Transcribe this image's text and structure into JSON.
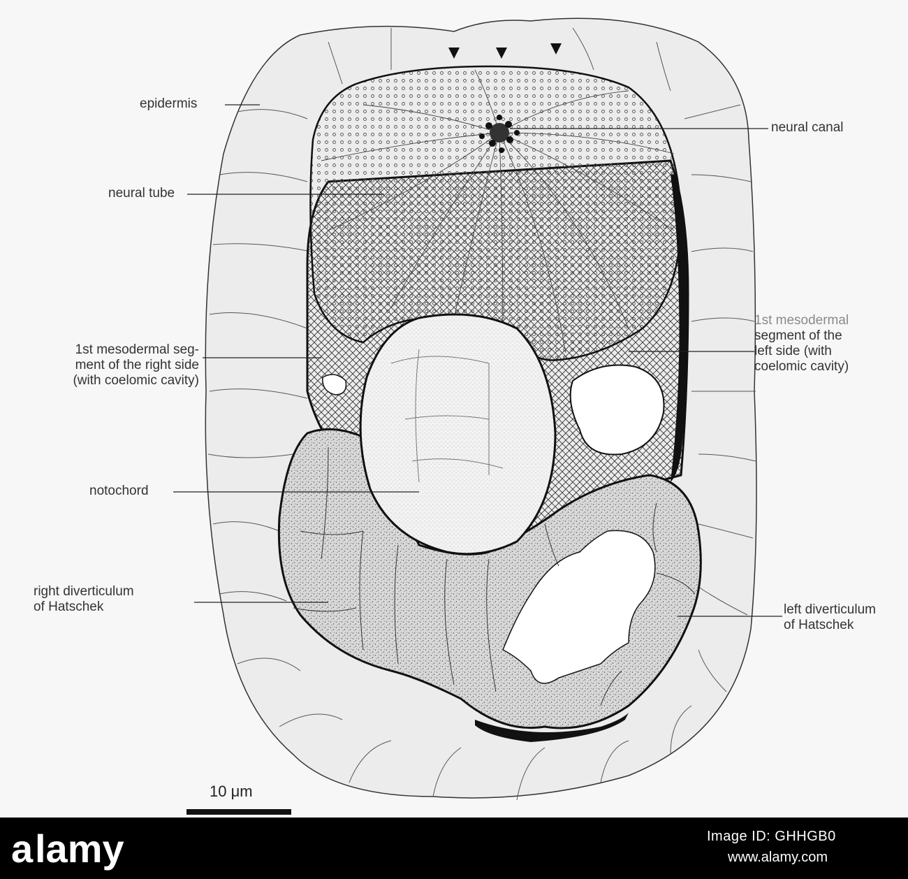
{
  "labels": {
    "epidermis": "epidermis",
    "neural_canal": "neural canal",
    "neural_tube": "neural tube",
    "meso_right": [
      "1st mesodermal seg-",
      "ment of the right side",
      "(with coelomic cavity)"
    ],
    "meso_left": [
      "1st mesodermal",
      "segment of the",
      "left side (with",
      "coelomic cavity)"
    ],
    "notochord": "notochord",
    "right_div": [
      "right diverticulum",
      "of Hatschek"
    ],
    "left_div": [
      "left diverticulum",
      "of Hatschek"
    ]
  },
  "scale_bar": {
    "label": "10 μm"
  },
  "watermark": {
    "logo": "alamy",
    "image_id": "Image ID: GHHGB0",
    "url": "www.alamy.com"
  },
  "colors": {
    "background": "#f7f7f7",
    "outline": "#111111",
    "footer": "#000000"
  }
}
